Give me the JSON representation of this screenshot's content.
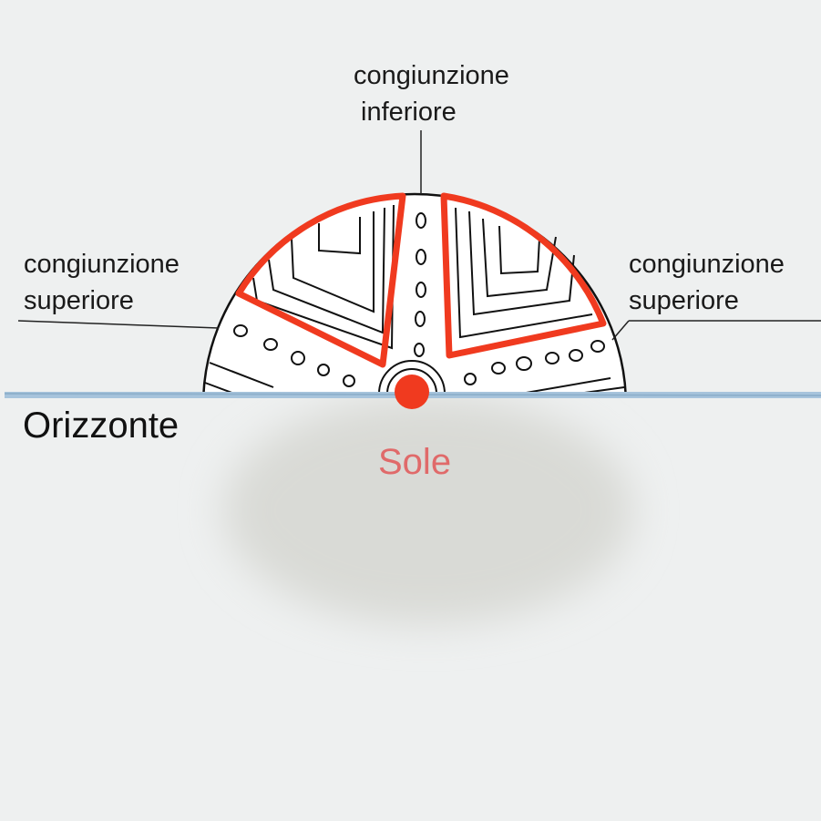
{
  "labels": {
    "inferior_conjunction": [
      "congiunzione",
      "inferiore"
    ],
    "superior_conjunction_left": [
      "congiunzione",
      "superiore"
    ],
    "superior_conjunction_right": [
      "congiunzione",
      "superiore"
    ],
    "horizon": "Orizzonte",
    "sun": "Sole"
  },
  "colors": {
    "background": "#eef0f0",
    "highlight": "#f03a1f",
    "sun": "#f03a1f",
    "horizon_line": "#9fbfd8",
    "sun_label": "#e06a6a",
    "ink": "#1a1a1a"
  }
}
